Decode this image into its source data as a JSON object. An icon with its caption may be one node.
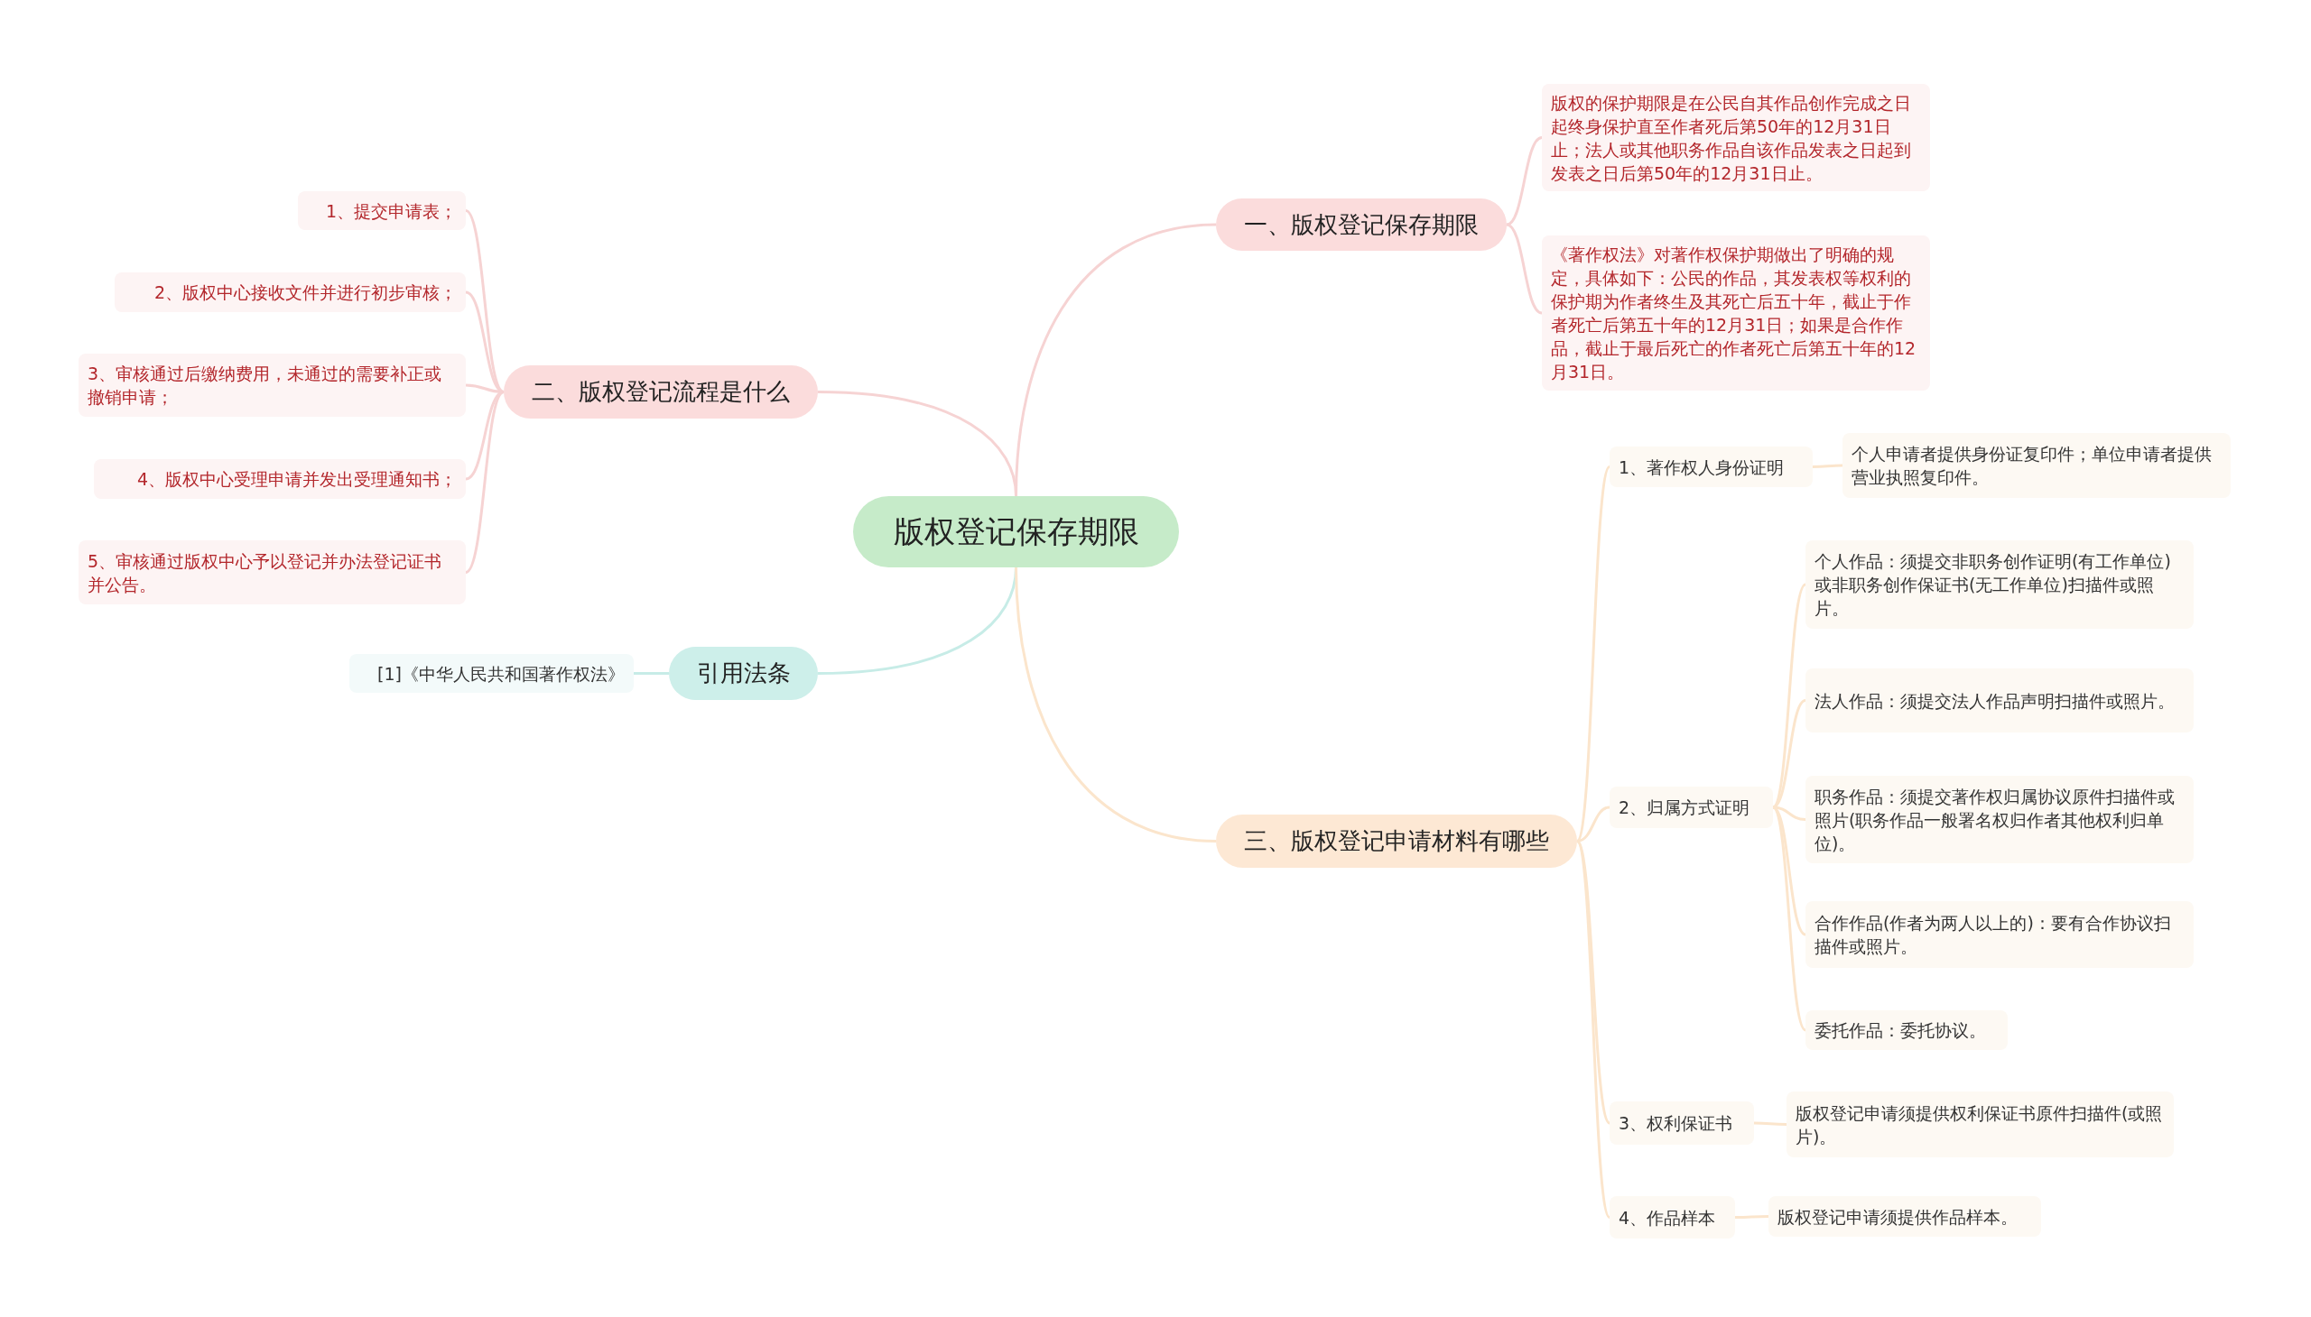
{
  "diagram": {
    "nodes": [
      {
        "text": [
          "版权登记保存期限"
        ]
      },
      {
        "text": [
          "一、版权登记保存期限"
        ]
      },
      {
        "text": [
          "版权的保护期限是在公民自其作品创作完成之日起终身保护直至作者死后第50年的12月31日止；法人或其他职务作品自该作品发表之日起到发表之日后第50年的12月31日止。"
        ]
      },
      {
        "text": [
          "《著作权法》对著作权保护期做出了明确的规定，具体如下：公民的作品，其发表权等权利的保护期为作者终生及其死亡后五十年，截止于作者死亡后第五十年的12月31日；如果是合作作品，截止于最后死亡的作者死亡后第五十年的12月31日。"
        ]
      },
      {
        "text": [
          "二、版权登记流程是什么"
        ]
      },
      {
        "text": [
          "1、提交申请表；"
        ]
      },
      {
        "text": [
          "2、版权中心接收文件并进行初步审核；"
        ]
      },
      {
        "text": [
          "3、审核通过后缴纳费用，未通过的需要补正或撤销申请；"
        ]
      },
      {
        "text": [
          "4、版权中心受理申请并发出受理通知书；"
        ]
      },
      {
        "text": [
          "5、审核通过版权中心予以登记并办法登记证书并公告。"
        ]
      },
      {
        "text": [
          "引用法条"
        ]
      },
      {
        "text": [
          "[1]《中华人民共和国著作权法》"
        ]
      },
      {
        "text": [
          "三、版权登记申请材料有哪些"
        ]
      },
      {
        "text": [
          "1、著作权人身份证明"
        ]
      },
      {
        "text": [
          "个人申请者提供身份证复印件；单位申请者提供营业执照复印件。"
        ]
      },
      {
        "text": [
          "2、归属方式证明"
        ]
      },
      {
        "text": [
          "个人作品：须提交非职务创作证明(有工作单位)或非职务创作保证书(无工作单位)扫描件或照片。"
        ]
      },
      {
        "text": [
          "法人作品：须提交法人作品声明扫描件或照片。"
        ]
      },
      {
        "text": [
          "职务作品：须提交著作权归属协议原件扫描件或照片(职务作品一般署名权归作者其他权利归单位)。"
        ]
      },
      {
        "text": [
          "合作作品(作者为两人以上的)：要有合作协议扫描件或照片。"
        ]
      },
      {
        "text": [
          "委托作品：委托协议。"
        ]
      },
      {
        "text": [
          "3、权利保证书"
        ]
      },
      {
        "text": [
          "版权登记申请须提供权利保证书原件扫描件(或照片)。"
        ]
      },
      {
        "text": [
          "4、作品样本"
        ]
      },
      {
        "text": [
          "版权登记申请须提供作品样本。"
        ]
      }
    ],
    "edges": [
      {
        "from": 0,
        "to": 1,
        "arrow": "none"
      },
      {
        "from": 1,
        "to": 2,
        "arrow": "none"
      },
      {
        "from": 1,
        "to": 3,
        "arrow": "none"
      },
      {
        "from": 0,
        "to": 4,
        "arrow": "none"
      },
      {
        "from": 4,
        "to": 5,
        "arrow": "none"
      },
      {
        "from": 4,
        "to": 6,
        "arrow": "none"
      },
      {
        "from": 4,
        "to": 7,
        "arrow": "none"
      },
      {
        "from": 4,
        "to": 8,
        "arrow": "none"
      },
      {
        "from": 4,
        "to": 9,
        "arrow": "none"
      },
      {
        "from": 0,
        "to": 10,
        "arrow": "none"
      },
      {
        "from": 10,
        "to": 11,
        "arrow": "none"
      },
      {
        "from": 0,
        "to": 12,
        "arrow": "none"
      },
      {
        "from": 12,
        "to": 13,
        "arrow": "none"
      },
      {
        "from": 13,
        "to": 14,
        "arrow": "none"
      },
      {
        "from": 12,
        "to": 15,
        "arrow": "none"
      },
      {
        "from": 15,
        "to": 16,
        "arrow": "none"
      },
      {
        "from": 15,
        "to": 17,
        "arrow": "none"
      },
      {
        "from": 15,
        "to": 18,
        "arrow": "none"
      },
      {
        "from": 15,
        "to": 19,
        "arrow": "none"
      },
      {
        "from": 15,
        "to": 20,
        "arrow": "none"
      },
      {
        "from": 12,
        "to": 21,
        "arrow": "none"
      },
      {
        "from": 21,
        "to": 22,
        "arrow": "none"
      },
      {
        "from": 12,
        "to": 23,
        "arrow": "none"
      },
      {
        "from": 23,
        "to": 24,
        "arrow": "none"
      }
    ]
  }
}
